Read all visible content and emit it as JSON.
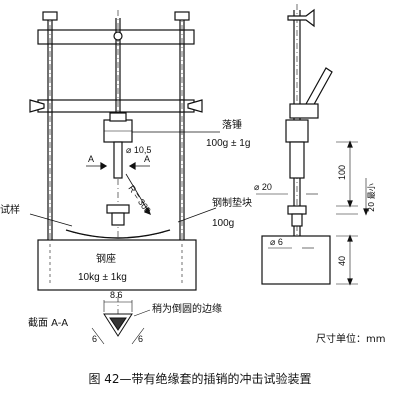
{
  "labels": {
    "drop_weight": "落锤",
    "drop_weight_mass": "100g ± 1g",
    "dia_10_5": "⌀ 10,5",
    "r_300": "R = 300",
    "section_a_left": "A",
    "section_a_right": "A",
    "sample": "试样",
    "steel_pad": "钢制垫块",
    "steel_pad_mass": "100g",
    "dia_20": "⌀ 20",
    "dia_6": "⌀ 6",
    "dim_100": "100",
    "dim_20_min": "20 最小",
    "dim_40": "40",
    "steel_base": "钢座",
    "steel_base_mass": "10kg ± 1kg",
    "section_aa": "截面 A-A",
    "dim_8_6": "8.6",
    "dim_6_left": "6",
    "dim_6_right": "6",
    "rounded_edge": "稍为倒圆的边缘",
    "unit": "尺寸单位：mm",
    "caption": "图 42—带有绝缘套的插销的冲击试验装置"
  }
}
